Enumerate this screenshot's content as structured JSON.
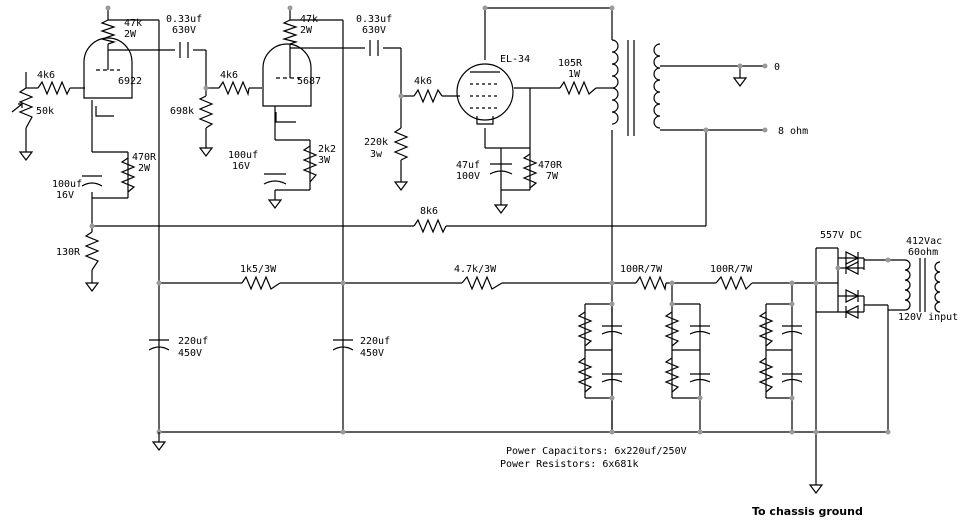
{
  "stage1": {
    "plate_res": [
      "47k",
      "2W"
    ],
    "cap": [
      "0.33uf",
      "630V"
    ],
    "tube": "6922",
    "input_res": "4k6",
    "pot": "50k",
    "cath_res": [
      "470R",
      "2W"
    ],
    "cath_cap": [
      "100uf",
      "16V"
    ],
    "fb_res": "130R"
  },
  "stage2": {
    "plate_res": [
      "47k",
      "2W"
    ],
    "cap": [
      "0.33uf",
      "630V"
    ],
    "grid_res": "4k6",
    "tube": "5687",
    "grid_leak": "698k",
    "cath_cap": [
      "100uf",
      "16V"
    ],
    "cath_res": [
      "2k2",
      "3W"
    ]
  },
  "output": {
    "grid_res": "4k6",
    "tube": "EL-34",
    "screen_res": [
      "105R",
      "1W"
    ],
    "grid_leak": [
      "220k",
      "3w"
    ],
    "cath_cap": [
      "47uf",
      "100V"
    ],
    "cath_res": [
      "470R",
      "7W"
    ],
    "tap_0": "0",
    "tap_8": "8 ohm",
    "feedback_res": "8k6"
  },
  "supply": {
    "res1": "1k5/3W",
    "res2": "4.7k/3W",
    "res3": "100R/7W",
    "res4": "100R/7W",
    "filter1": [
      "220uf",
      "450V"
    ],
    "filter2": [
      "220uf",
      "450V"
    ],
    "dc": "557V DC",
    "transformer": [
      "412Vac",
      "60ohm",
      "120V input"
    ],
    "note1": "Power Capacitors: 6x220uf/250V",
    "note2": "Power Resistors:  6x681k",
    "ground_note": "To chassis ground"
  }
}
